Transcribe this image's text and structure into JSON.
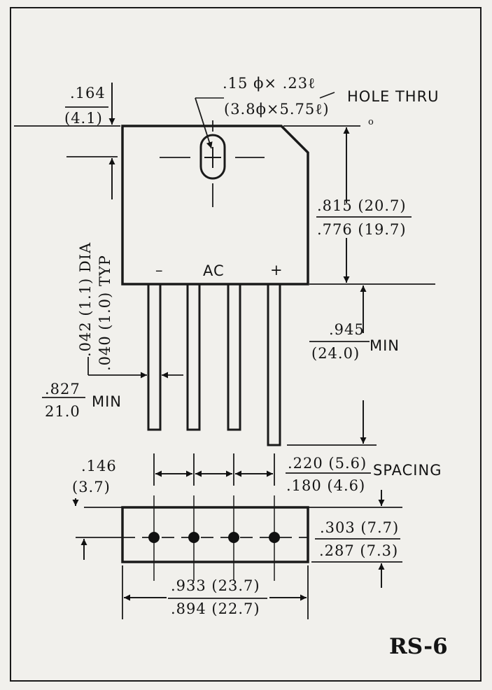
{
  "drawing": {
    "title": "RS-6",
    "hole": {
      "size_in": ".15 ϕ× .23ℓ",
      "size_mm": "(3.8ϕ×5.75ℓ)",
      "note": "HOLE THRU"
    },
    "top_offset": {
      "inch": ".164",
      "mm": "(4.1)"
    },
    "body_height": {
      "max": ".815 (20.7)",
      "min": ".776 (19.7)"
    },
    "pin_labels": {
      "minus": "–",
      "ac": "AC",
      "plus": "+"
    },
    "lead_length": {
      "inch": ".945",
      "mm": "(24.0)",
      "suffix": "MIN"
    },
    "lead_dia": {
      "max": ".042 (1.1) DIA",
      "min": ".040 (1.0) TYP"
    },
    "lead_min": {
      "inch": ".827",
      "mm": "21.0",
      "suffix": "MIN"
    },
    "lead_spacing": {
      "max": ".220 (5.6)",
      "min": ".180 (4.6)",
      "suffix": "SPACING"
    },
    "end_offset": {
      "inch": ".146",
      "mm": "(3.7)"
    },
    "body_thickness": {
      "max": ".303 (7.7)",
      "min": ".287 (7.3)"
    },
    "body_width": {
      "max": ".933 (23.7)",
      "min": ".894 (22.7)"
    },
    "small_mark": "o"
  }
}
